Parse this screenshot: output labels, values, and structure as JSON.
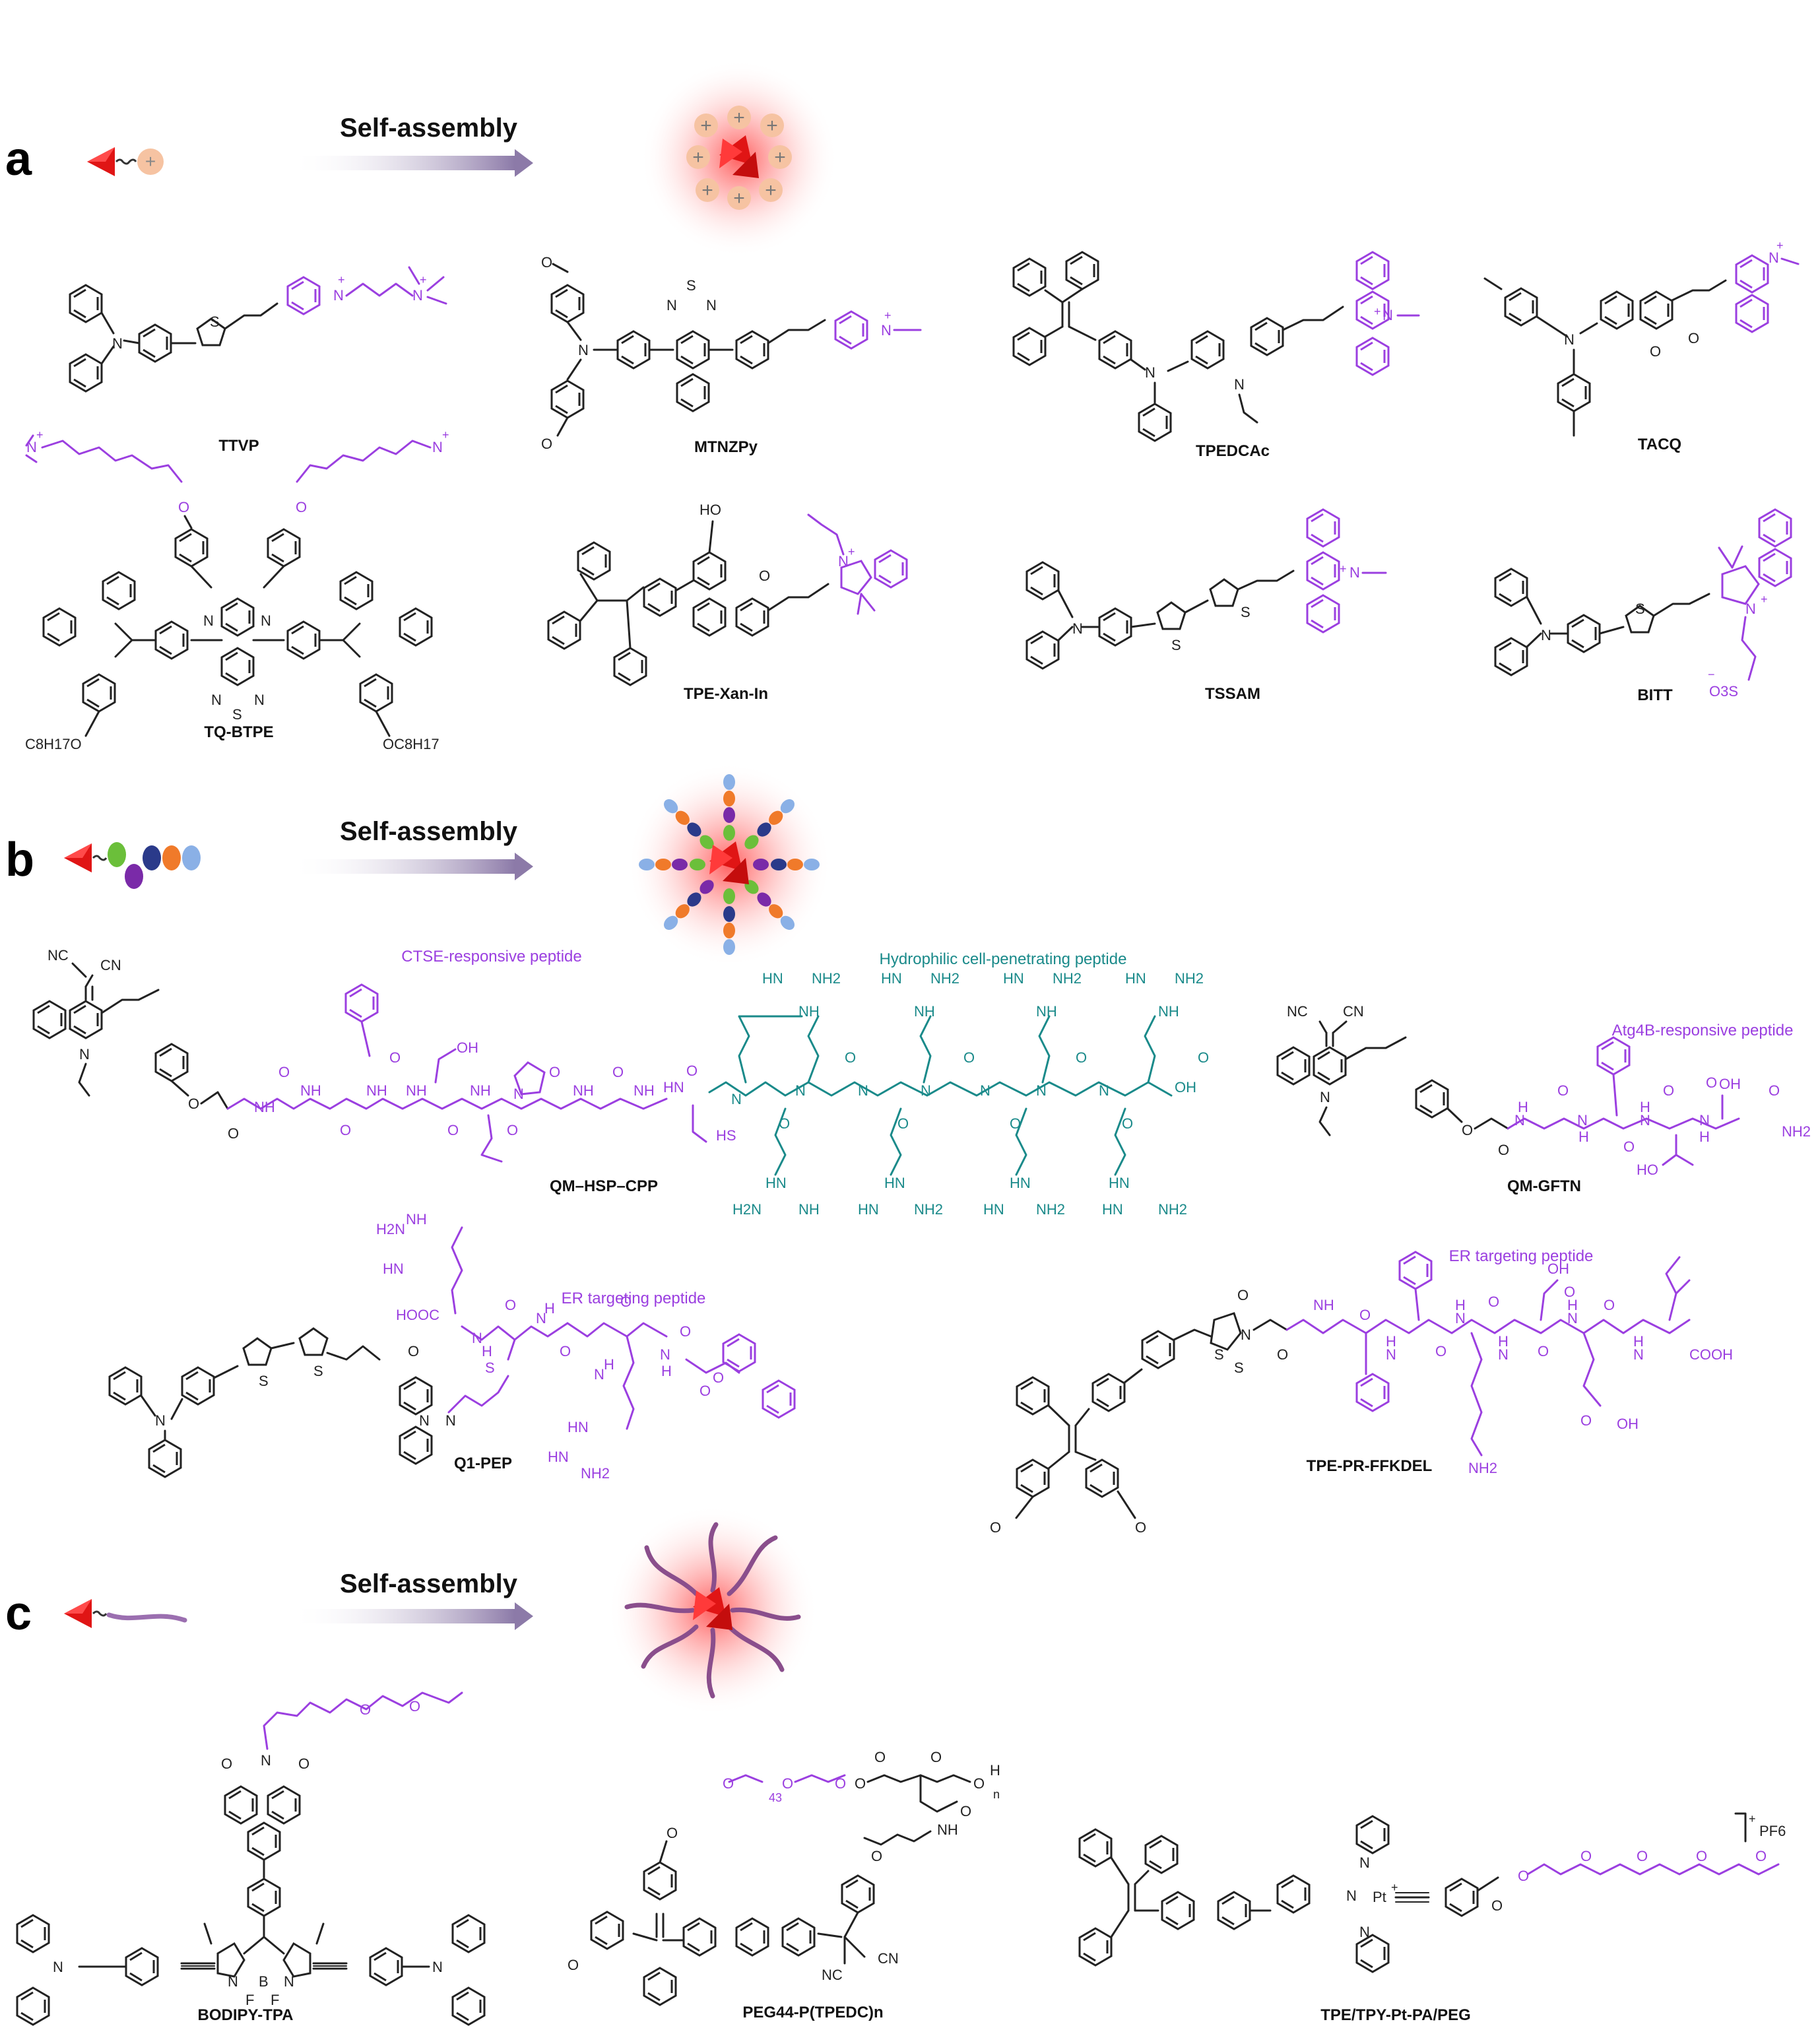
{
  "panels": [
    {
      "letter": "a",
      "assembly": "Self-assembly"
    },
    {
      "letter": "b",
      "assembly": "Self-assembly"
    },
    {
      "letter": "c",
      "assembly": "Self-assembly"
    }
  ],
  "compounds_a": [
    "TTVP",
    "MTNZPy",
    "TPEDCAc",
    "TACQ",
    "TQ-BTPE",
    "TPE-Xan-In",
    "TSSAM",
    "BITT"
  ],
  "compounds_b": [
    "QM–HSP–CPP",
    "QM-GFTN",
    "Q1-PEP",
    "TPE-PR-FFKDEL"
  ],
  "segments_b": {
    "ctse": "CTSE-responsive peptide",
    "cpp": "Hydrophilic cell-penetrating peptide",
    "atg4b": "Atg4B-responsive peptide",
    "er1": "ER targeting peptide",
    "er2": "ER targeting peptide"
  },
  "compounds_c": [
    "BODIPY-TPA",
    "PEG44-P(TPEDC)n",
    "TPE/TPY-Pt-PA/PEG"
  ],
  "atoms": {
    "N": "N",
    "S": "S",
    "O": "O",
    "HO": "HO",
    "OH": "OH",
    "NC": "NC",
    "CN": "CN",
    "HN": "HN",
    "NH": "NH",
    "NH2": "NH2",
    "H2N": "H2N",
    "HS": "HS",
    "COOH": "COOH",
    "HOOC": "HOOC",
    "B": "B",
    "F": "F",
    "Pt": "Pt",
    "plus": "+",
    "minus": "−",
    "C8H17O": "C8H17O",
    "OC8H17": "OC8H17",
    "O3S": "O3S",
    "PF6": "PF6",
    "n43": "43",
    "n": "n",
    "H": "H"
  },
  "colors": {
    "purple": "#9b3fe0",
    "teal": "#1a8a8a",
    "black": "#222222",
    "glow": "#ff3b3b",
    "arrow": "#8c7aa8",
    "orange": "#f07a2a",
    "green": "#6bbf3a",
    "navy": "#2a3a8a",
    "violet": "#7a2aa8",
    "lightblue": "#8ab0e6",
    "peach": "#f6c3a2"
  }
}
